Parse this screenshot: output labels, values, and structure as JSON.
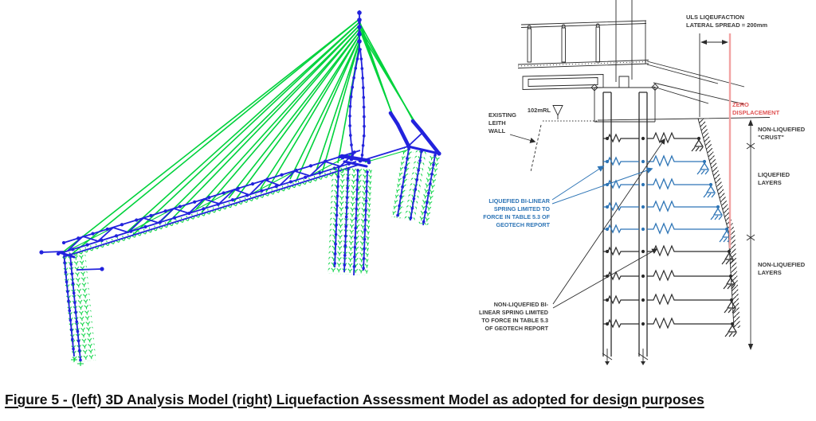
{
  "figure": {
    "caption": "Figure 5 - (left) 3D Analysis Model (right) Liquefaction Assessment Model as adopted for design purposes"
  },
  "colors": {
    "model_green": "#00d23c",
    "model_blue": "#2222dd",
    "sketch_ink": "#2b2b2b",
    "sketch_blue": "#2e75b6",
    "red_line": "#f2a3a3",
    "red_text": "#e05454"
  },
  "right_model": {
    "uls_label": {
      "line1": "ULS LIQEUFACTION",
      "line2": "LATERAL SPREAD = 200mm"
    },
    "zero_displacement": {
      "line1": "ZERO",
      "line2": "DISPLACEMENT"
    },
    "existing_wall": {
      "line1": "EXISTING",
      "line2": "LEITH",
      "line3": "WALL"
    },
    "water_level": "102mRL",
    "crust": {
      "line1": "NON-LIQUEFIED",
      "line2": "\"CRUST\""
    },
    "liquefied_layers": {
      "line1": "LIQUEFIED",
      "line2": "LAYERS"
    },
    "non_liquefied_layers": {
      "line1": "NON-LIQUEFIED",
      "line2": "LAYERS"
    },
    "liquefied_spring": {
      "line1": "LIQUEFIED BI-LINEAR",
      "line2": "SPRING LIMITED TO",
      "line3": "FORCE IN TABLE 5.3 OF",
      "line4": "GEOTECH REPORT"
    },
    "non_liquefied_spring": {
      "line1": "NON-LIQUEFIED BI-",
      "line2": "LINEAR SPRING LIMITED",
      "line3": "TO FORCE IN TABLE 5.3",
      "line4": "OF GEOTECH REPORT"
    }
  }
}
